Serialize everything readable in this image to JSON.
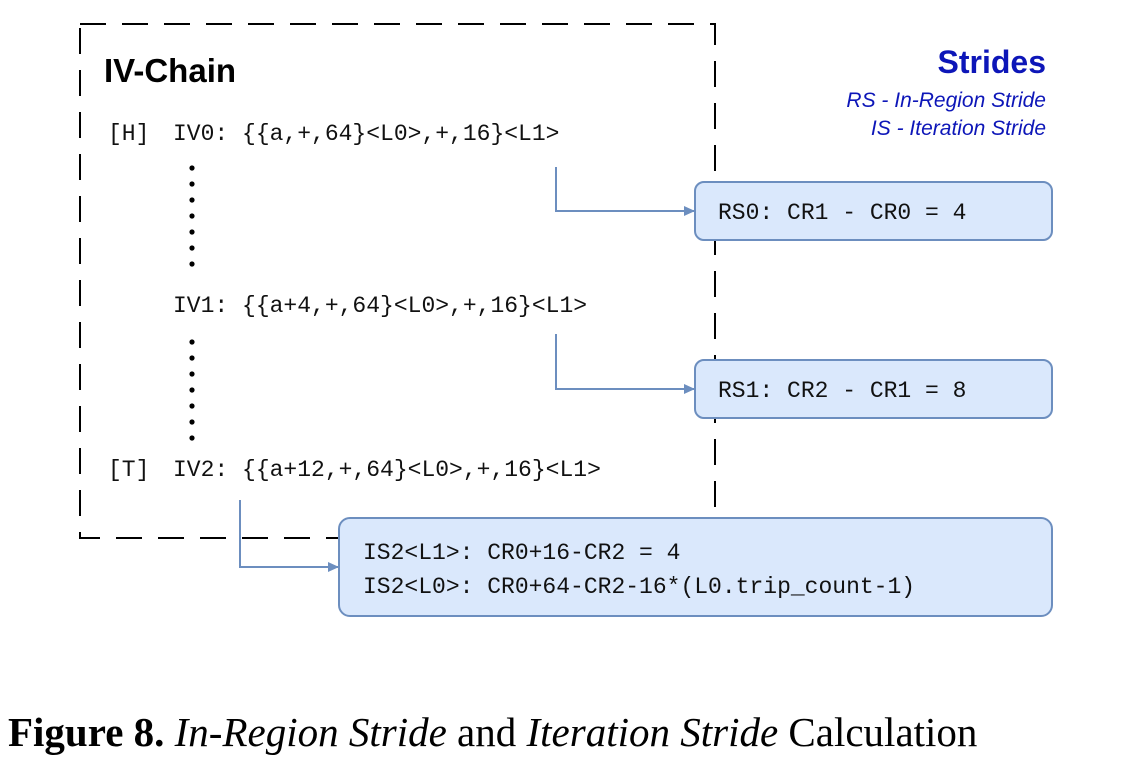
{
  "chain": {
    "title": "IV-Chain",
    "iv0": {
      "marker": "[H]",
      "expr": "IV0: {{a,+,64}<L0>,+,16}<L1>"
    },
    "iv1": {
      "marker": "",
      "expr": "IV1: {{a+4,+,64}<L0>,+,16}<L1>"
    },
    "iv2": {
      "marker": "[T]",
      "expr": "IV2: {{a+12,+,64}<L0>,+,16}<L1>"
    }
  },
  "legend": {
    "title": "Strides",
    "rs": "RS - In-Region Stride",
    "is": "IS - Iteration Stride"
  },
  "boxes": {
    "rs0": "RS0: CR1 - CR0 = 4",
    "rs1": "RS1: CR2 - CR1 = 8",
    "is2_l1": "IS2<L1>: CR0+16-CR2 = 4",
    "is2_l0": "IS2<L0>: CR0+64-CR2-16*(L0.trip_count-1)"
  },
  "caption": {
    "label": "Figure 8.",
    "part1": "In-Region Stride",
    "part2": " and ",
    "part3": "Iteration Stride",
    "part4": " Calculation"
  },
  "colors": {
    "box_fill": "#dae8fc",
    "box_stroke": "#6c8ebf",
    "arrow": "#6c8ebf",
    "legend": "#0d16b8",
    "dashed_border": "#000000"
  }
}
